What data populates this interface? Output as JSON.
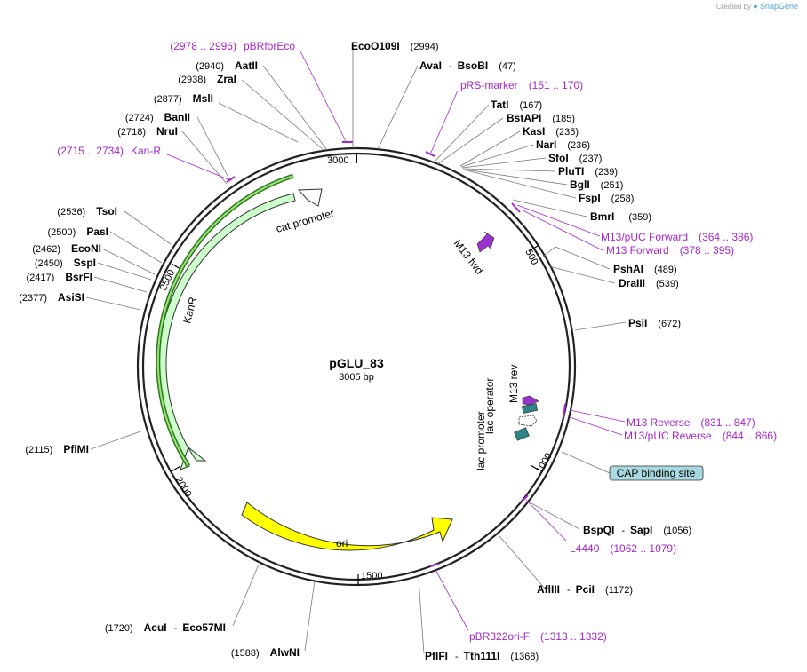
{
  "credit": {
    "prefix": "Created by",
    "brand": "SnapGene"
  },
  "plasmid": {
    "name": "pGLU_83",
    "size": "3005 bp"
  },
  "ticks": [
    "500",
    "1000",
    "1500",
    "2000",
    "2500",
    "3000"
  ],
  "features": {
    "cat_promoter": "cat promoter",
    "kanr": "KanR",
    "ori": "ori",
    "m13_fwd": "M13 fwd",
    "m13_rev": "M13 rev",
    "lac_operator": "lac operator",
    "lac_promoter": "lac promoter",
    "cap_site": "CAP binding site"
  },
  "enzymes": [
    {
      "name": "EcoO109I",
      "pos": "(2994)"
    },
    {
      "name": "AvaI",
      "sep": "-",
      "name2": "BsoBI",
      "pos": "(47)"
    },
    {
      "name": "TatI",
      "pos": "(167)"
    },
    {
      "name": "BstAPI",
      "pos": "(185)"
    },
    {
      "name": "KasI",
      "pos": "(235)"
    },
    {
      "name": "NarI",
      "pos": "(236)"
    },
    {
      "name": "SfoI",
      "pos": "(237)"
    },
    {
      "name": "PluTI",
      "pos": "(239)"
    },
    {
      "name": "BglI",
      "pos": "(251)"
    },
    {
      "name": "FspI",
      "pos": "(258)"
    },
    {
      "name": "BmrI",
      "pos": "(359)"
    },
    {
      "name": "PshAI",
      "pos": "(489)"
    },
    {
      "name": "DraIII",
      "pos": "(539)"
    },
    {
      "name": "PsiI",
      "pos": "(672)"
    },
    {
      "name": "BspQI",
      "sep": "-",
      "name2": "SapI",
      "pos": "(1056)"
    },
    {
      "name": "AflIII",
      "sep": "-",
      "name2": "PciI",
      "pos": "(1172)"
    },
    {
      "name": "PflFI",
      "sep": "-",
      "name2": "Tth111I",
      "pos": "(1368)"
    },
    {
      "name": "AlwNI",
      "pos": "(1588)"
    },
    {
      "name": "AcuI",
      "sep": "-",
      "name2": "Eco57MI",
      "pos": "(1720)"
    },
    {
      "name": "PflMI",
      "pos": "(2115)"
    },
    {
      "name": "AsiSI",
      "pos": "(2377)"
    },
    {
      "name": "BsrFI",
      "pos": "(2417)"
    },
    {
      "name": "SspI",
      "pos": "(2450)"
    },
    {
      "name": "EcoNI",
      "pos": "(2462)"
    },
    {
      "name": "PasI",
      "pos": "(2500)"
    },
    {
      "name": "TsoI",
      "pos": "(2536)"
    },
    {
      "name": "NruI",
      "pos": "(2718)"
    },
    {
      "name": "BanII",
      "pos": "(2724)"
    },
    {
      "name": "MslI",
      "pos": "(2877)"
    },
    {
      "name": "ZraI",
      "pos": "(2938)"
    },
    {
      "name": "AatII",
      "pos": "(2940)"
    }
  ],
  "primers": [
    {
      "name": "pBRforEco",
      "range": "(2978 .. 2996)"
    },
    {
      "name": "pRS-marker",
      "range": "(151 .. 170)"
    },
    {
      "name": "Kan-R",
      "range": "(2715 .. 2734)"
    },
    {
      "name": "M13/pUC Forward",
      "range": "(364 .. 386)"
    },
    {
      "name": "M13 Forward",
      "range": "(378 .. 395)"
    },
    {
      "name": "M13 Reverse",
      "range": "(831 .. 847)"
    },
    {
      "name": "M13/pUC Reverse",
      "range": "(844 .. 866)"
    },
    {
      "name": "L4440",
      "range": "(1062 .. 1079)"
    },
    {
      "name": "pBR322ori-F",
      "range": "(1313 .. 1332)"
    }
  ],
  "colors": {
    "primer": "#a626cc",
    "kanr_fill": "#ccffcc",
    "ori_fill": "#ffff00",
    "m13_fill": "#9933cc",
    "lac_fill": "#2f8585",
    "cap_fill": "#a8d8e0"
  }
}
